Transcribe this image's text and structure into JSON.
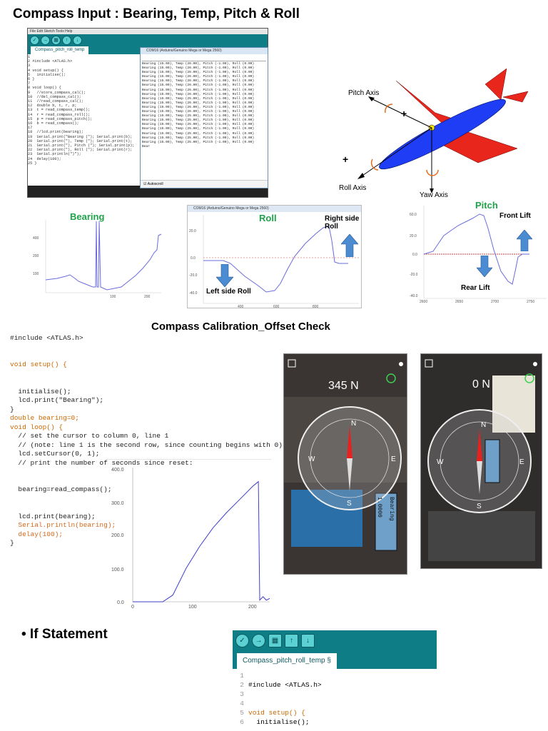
{
  "titles": {
    "main": "Compass Input :  Bearing, Temp, Pitch & Roll",
    "calibration": "Compass Calibration_Offset Check",
    "if_statement": "• If Statement"
  },
  "ide_top": {
    "menu": "File  Edit  Sketch  Tools  Help",
    "tab": "Compass_pitch_roll_temp",
    "code": [
      "1",
      "2 #include <ATLAS.h>",
      "3",
      "4 void setup() {",
      "5   initialise();",
      "6 }",
      "7",
      "8 void loop() {",
      "9   //store_compass_cal();",
      "10  //del_compass_cal();",
      "11  //read_compass_cal();",
      "12  double b, t, r, p;",
      "13  t = read_compass_temp();",
      "14  r = read_compass_roll();",
      "15  p = read_compass_pitch();",
      "16  b = read_compass();",
      "17",
      "18  //lcd.print(bearing);",
      "19  Serial.print(\"Bearing (\"); Serial.print(b);",
      "20  Serial.print(\"), Temp (\"); Serial.print(t);",
      "21  Serial.print(\"), Pitch (\"); Serial.print(p);",
      "22  Serial.print(\"), Roll (\"); Serial.print(r);",
      "23  Serial.println(\")\");",
      "24  delay(100);",
      "25 }"
    ]
  },
  "serial_monitor": {
    "title": "COM16 (Arduino/Genuino Mega or Mega 2560)",
    "lines": [
      "Bearing (15.00), Temp (26.00), Pitch (-1.00), Roll (0.00)",
      "Bearing (15.00), Temp (26.00), Pitch (-1.00), Roll (0.00)",
      "Bearing (15.00), Temp (26.00), Pitch (-1.00), Roll (0.00)",
      "Bearing (15.00), Temp (26.00), Pitch (-1.00), Roll (0.00)",
      "Bearing (15.00), Temp (26.00), Pitch (-1.00), Roll (0.00)",
      "Bearing (15.00), Temp (26.00), Pitch (-1.00), Roll (0.00)",
      "Bearing (15.00), Temp (26.00), Pitch (-1.00), Roll (0.00)",
      "Bearing (15.00), Temp (26.00), Pitch (-1.00), Roll (0.00)",
      "Bearing (15.00), Temp (25.00), Pitch (-1.00), Roll (0.00)",
      "Bearing (15.00), Temp (26.00), Pitch (-1.00), Roll (0.00)",
      "Bearing (15.00), Temp (26.00), Pitch (-1.00), Roll (0.00)",
      "Bearing (15.00), Temp (26.00), Pitch (-1.00), Roll (0.00)",
      "Bearing (15.00), Temp (25.00), Pitch (-1.00), Roll (0.00)",
      "Bearing (15.00), Temp (25.00), Pitch (-1.00), Roll (0.00)",
      "Bearing (15.00), Temp (25.00), Pitch (-1.00), Roll (0.00)",
      "Bearing (15.00), Temp (25.00), Pitch (-1.00), Roll (0.00)",
      "Bearing (15.00), Temp (25.00), Pitch (-1.00), Roll (0.00)",
      "Bearing (15.00), Temp (25.00), Pitch (-1.00), Roll (0.00)",
      "Bearing (15.00), Temp (25.00), Pitch (-1.00), Roll (0.00)"
    ],
    "partial": "Bear",
    "autoscroll": "Autoscroll"
  },
  "airplane": {
    "pitch_axis": "Pitch Axis",
    "roll_axis": "Roll Axis",
    "yaw_axis": "Yaw Axis",
    "plus": "+",
    "colors": {
      "fuselage": "#1f3df5",
      "wings": "#e8261c"
    }
  },
  "plot_bearing": {
    "label": "Bearing",
    "yticks": [
      "400",
      "200",
      "100"
    ],
    "xticks": [
      "100",
      "200"
    ]
  },
  "plot_roll": {
    "window_title": "COM16 (Arduino/Genuino Mega or Mega 2560)",
    "label": "Roll",
    "right_label": "Right side Roll",
    "left_label": "Left side Roll",
    "yticks": [
      "20.0",
      "0.0",
      "-20.0",
      "-40.0"
    ],
    "xticks": [
      "400",
      "600",
      "800"
    ]
  },
  "plot_pitch": {
    "label": "Pitch",
    "front_label": "Front Lift",
    "rear_label": "Rear Lift",
    "yticks": [
      "60.0",
      "20.0",
      "0.0",
      "-20.0",
      "-40.0"
    ],
    "xticks": [
      "2600",
      "2650",
      "2700",
      "2750"
    ]
  },
  "code_calibration": {
    "l1": "#include <ATLAS.h>",
    "l2": "void setup() {",
    "l3": "  initialise();",
    "l4": "  lcd.print(\"Bearing\");",
    "l5": "}",
    "l6": "double bearing=0;",
    "l7": "void loop() {",
    "l8": "  // set the cursor to column 0, line 1",
    "l9": "  // (note: line 1 is the second row, since counting begins with 0):",
    "l10": "  lcd.setCursor(0, 1);",
    "l11": "  // print the number of seconds since reset:",
    "l12": "  bearing=read_compass();",
    "l13": "  lcd.print(bearing);",
    "l14": "  Serial.println(bearing);",
    "l15": "  delay(100);",
    "l16": "}"
  },
  "plot_calibration": {
    "yticks": [
      "400.0",
      "300.0",
      "200.0",
      "100.0",
      "0.0"
    ],
    "xticks": [
      "0",
      "100",
      "200"
    ],
    "chart_data": {
      "type": "line",
      "x": [
        0,
        45,
        60,
        80,
        100,
        120,
        140,
        160,
        180,
        188,
        190,
        195,
        200,
        205
      ],
      "y": [
        0,
        0,
        20,
        100,
        165,
        220,
        265,
        305,
        345,
        358,
        5,
        15,
        5,
        10
      ],
      "xlim": [
        0,
        205
      ],
      "ylim": [
        0,
        400
      ]
    }
  },
  "photo1": {
    "heading": "345 N",
    "lcd_line1": "Bearing",
    "lcd_line2": "1.0000"
  },
  "photo2": {
    "heading": "0 N"
  },
  "ide_bottom": {
    "tab": "Compass_pitch_roll_temp §",
    "lines": [
      {
        "n": "1",
        "t": ""
      },
      {
        "n": "2",
        "t": "#include <ATLAS.h>"
      },
      {
        "n": "3",
        "t": ""
      },
      {
        "n": "4",
        "t": ""
      },
      {
        "n": "5",
        "t": "void setup() {"
      },
      {
        "n": "6",
        "t": "  initialise();"
      }
    ]
  }
}
